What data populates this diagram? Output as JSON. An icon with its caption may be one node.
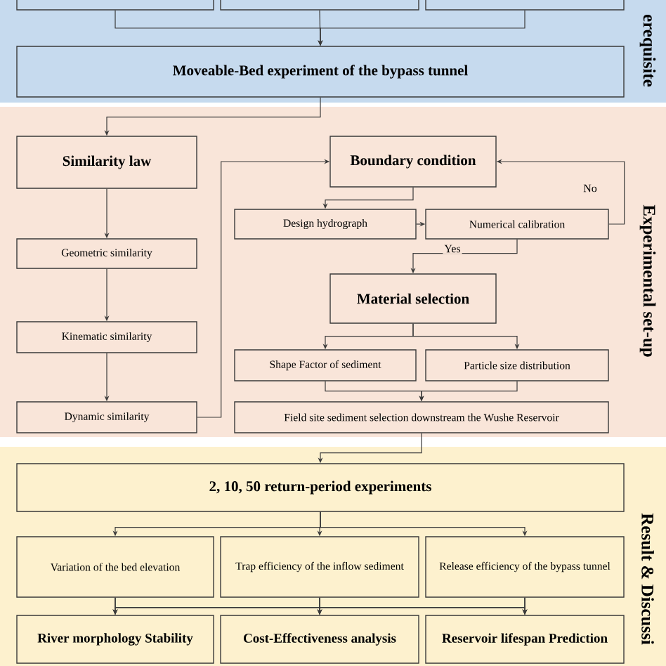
{
  "diagram": {
    "nodes": [
      {
        "text": [
          "erequisite"
        ]
      },
      {
        "text": [],
        "shape": "box",
        "in": 0
      },
      {
        "text": [],
        "shape": "box",
        "in": 0
      },
      {
        "text": [],
        "shape": "box",
        "in": 0
      },
      {
        "text": [
          "Moveable-Bed experiment of the bypass tunnel"
        ],
        "in": 0
      },
      {
        "text": [
          "Experimental set-up"
        ]
      },
      {
        "text": [
          "Similarity law"
        ],
        "in": 5
      },
      {
        "text": [
          "Geometric similarity"
        ],
        "in": 5
      },
      {
        "text": [
          "Kinematic similarity"
        ],
        "in": 5
      },
      {
        "text": [
          "Dynamic similarity"
        ],
        "in": 5
      },
      {
        "text": [
          "Boundary condition"
        ],
        "in": 5
      },
      {
        "text": [
          "Design hydrograph"
        ],
        "in": 5
      },
      {
        "text": [
          "Numerical calibration"
        ],
        "in": 5
      },
      {
        "text": [
          "Material selection"
        ],
        "in": 5
      },
      {
        "text": [
          "Shape Factor of sediment"
        ],
        "in": 5
      },
      {
        "text": [
          "Particle size distribution"
        ],
        "in": 5
      },
      {
        "text": [
          "Field site sediment selection downstream the Wushe Reservoir"
        ],
        "in": 5
      },
      {
        "text": [
          "Result & Discussi"
        ]
      },
      {
        "text": [
          "2, 10, 50 return-period experiments"
        ],
        "in": 17
      },
      {
        "text": [
          "Variation of the bed elevation"
        ],
        "in": 17
      },
      {
        "text": [
          "Trap efficiency of the inflow sediment"
        ],
        "in": 17
      },
      {
        "text": [
          "Release efficiency of the bypass tunnel"
        ],
        "in": 17
      },
      {
        "text": [
          "River morphology Stability"
        ],
        "in": 17
      },
      {
        "text": [
          "Cost-Effectiveness analysis"
        ],
        "in": 17
      },
      {
        "text": [
          "Reservoir lifespan Prediction"
        ],
        "in": 17
      }
    ],
    "edges": [
      {
        "from": 1,
        "to": 4,
        "arrow": "to"
      },
      {
        "from": 2,
        "to": 4,
        "arrow": "to"
      },
      {
        "from": 3,
        "to": 4,
        "arrow": "to"
      },
      {
        "from": 4,
        "to": 6,
        "arrow": "to"
      },
      {
        "from": 6,
        "to": 7,
        "arrow": "to"
      },
      {
        "from": 7,
        "to": 8,
        "arrow": "to"
      },
      {
        "from": 8,
        "to": 9,
        "arrow": "to"
      },
      {
        "from": 9,
        "to": 10,
        "arrow": "to"
      },
      {
        "from": 10,
        "to": 11,
        "arrow": "to"
      },
      {
        "from": 11,
        "to": 12,
        "arrow": "to"
      },
      {
        "from": 12,
        "to": 10,
        "arrow": "to",
        "label": "No"
      },
      {
        "from": 12,
        "to": 13,
        "arrow": "to",
        "label": "Yes"
      },
      {
        "from": 13,
        "to": 14,
        "arrow": "to"
      },
      {
        "from": 13,
        "to": 15,
        "arrow": "to"
      },
      {
        "from": 14,
        "to": 16,
        "arrow": "to"
      },
      {
        "from": 15,
        "to": 16,
        "arrow": "to"
      },
      {
        "from": 16,
        "to": 18,
        "arrow": "to"
      },
      {
        "from": 18,
        "to": 19,
        "arrow": "to"
      },
      {
        "from": 18,
        "to": 20,
        "arrow": "to"
      },
      {
        "from": 18,
        "to": 21,
        "arrow": "to"
      },
      {
        "from": 19,
        "to": 22,
        "arrow": "to"
      },
      {
        "from": 19,
        "to": 23,
        "arrow": "to"
      },
      {
        "from": 19,
        "to": 24,
        "arrow": "to"
      },
      {
        "from": 20,
        "to": 22,
        "arrow": "to"
      },
      {
        "from": 20,
        "to": 23,
        "arrow": "to"
      },
      {
        "from": 20,
        "to": 24,
        "arrow": "to"
      },
      {
        "from": 21,
        "to": 22,
        "arrow": "to"
      },
      {
        "from": 21,
        "to": 23,
        "arrow": "to"
      },
      {
        "from": 21,
        "to": 24,
        "arrow": "to"
      }
    ]
  }
}
